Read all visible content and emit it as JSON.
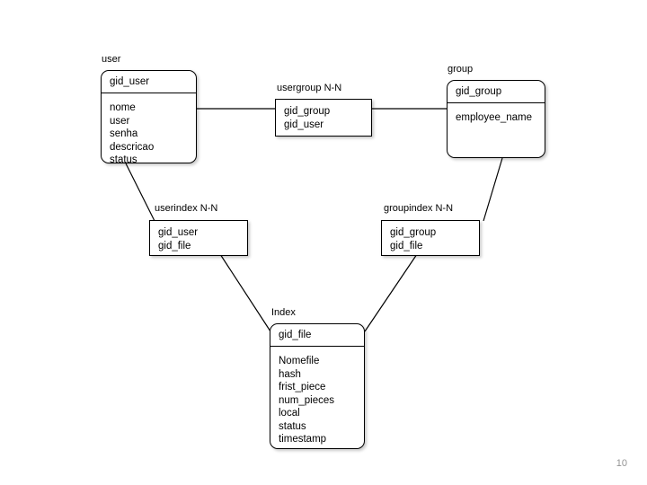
{
  "slide": {
    "page_number": "10",
    "ink_color": "#000000",
    "page_number_color": "#949494",
    "background_color": "#ffffff"
  },
  "entities": [
    {
      "id": "user",
      "label": "user",
      "primary_key": "gid_user",
      "attributes": [
        "nome",
        "user",
        "senha",
        "descricao",
        "status"
      ]
    },
    {
      "id": "group",
      "label": "group",
      "primary_key": "gid_group",
      "attributes": [
        "employee_name"
      ]
    },
    {
      "id": "index",
      "label": "Index",
      "primary_key": "gid_file",
      "attributes": [
        "Nomefile",
        "hash",
        "frist_piece",
        "num_pieces",
        "local",
        "status",
        "timestamp"
      ]
    }
  ],
  "junctions": [
    {
      "id": "usergroup",
      "label": "usergroup N-N",
      "columns": [
        "gid_group",
        "gid_user"
      ]
    },
    {
      "id": "userindex",
      "label": "userindex N-N",
      "columns": [
        "gid_user",
        "gid_file"
      ]
    },
    {
      "id": "groupindex",
      "label": "groupindex N-N",
      "columns": [
        "gid_group",
        "gid_file"
      ]
    }
  ],
  "relationships": [
    {
      "from": "user",
      "to": "usergroup"
    },
    {
      "from": "usergroup",
      "to": "group"
    },
    {
      "from": "user",
      "to": "userindex"
    },
    {
      "from": "userindex",
      "to": "index"
    },
    {
      "from": "group",
      "to": "groupindex"
    },
    {
      "from": "groupindex",
      "to": "index"
    }
  ]
}
